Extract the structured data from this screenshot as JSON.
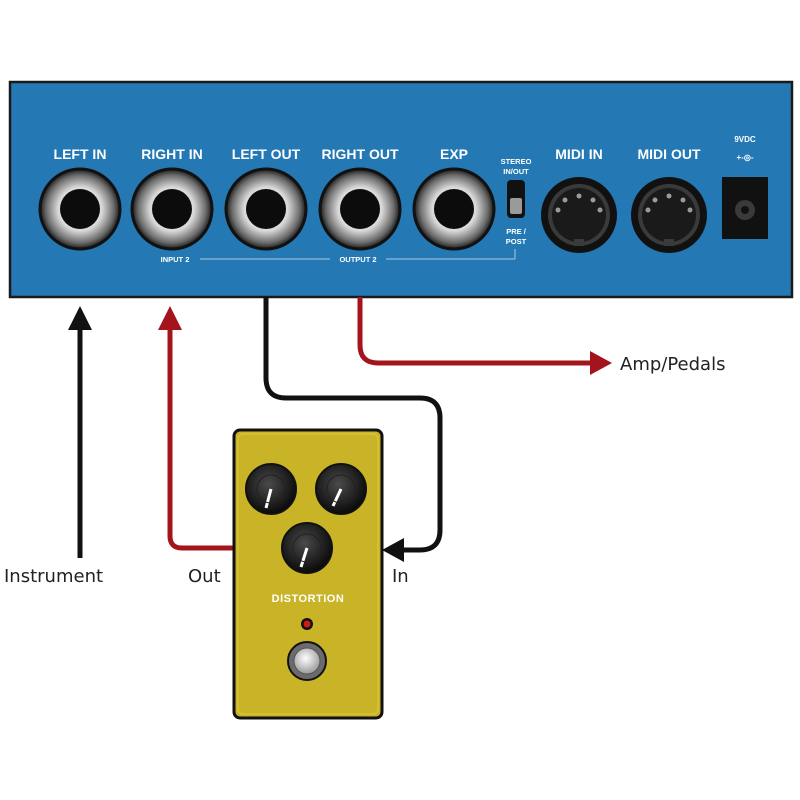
{
  "device": {
    "jacks": {
      "left_in": "LEFT IN",
      "right_in": "RIGHT IN",
      "left_out": "LEFT OUT",
      "right_out": "RIGHT OUT",
      "exp": "EXP",
      "midi_in": "MIDI IN",
      "midi_out": "MIDI OUT",
      "power": "9VDC",
      "power_polarity": "+-◎-"
    },
    "switch": {
      "top_line1": "STEREO",
      "top_line2": "IN/OUT",
      "bottom_line1": "PRE /",
      "bottom_line2": "POST"
    },
    "input2": "INPUT 2",
    "output2": "OUTPUT 2",
    "colors": {
      "panel": "#2479b5",
      "panel_border": "#1a1a1a"
    }
  },
  "connections": {
    "instrument": "Instrument",
    "out": "Out",
    "in": "In",
    "amp": "Amp/Pedals",
    "colors": {
      "black_cable": "#111111",
      "red_cable": "#a3141c"
    }
  },
  "pedal": {
    "name": "DISTORTION",
    "color": "#c9b327"
  }
}
